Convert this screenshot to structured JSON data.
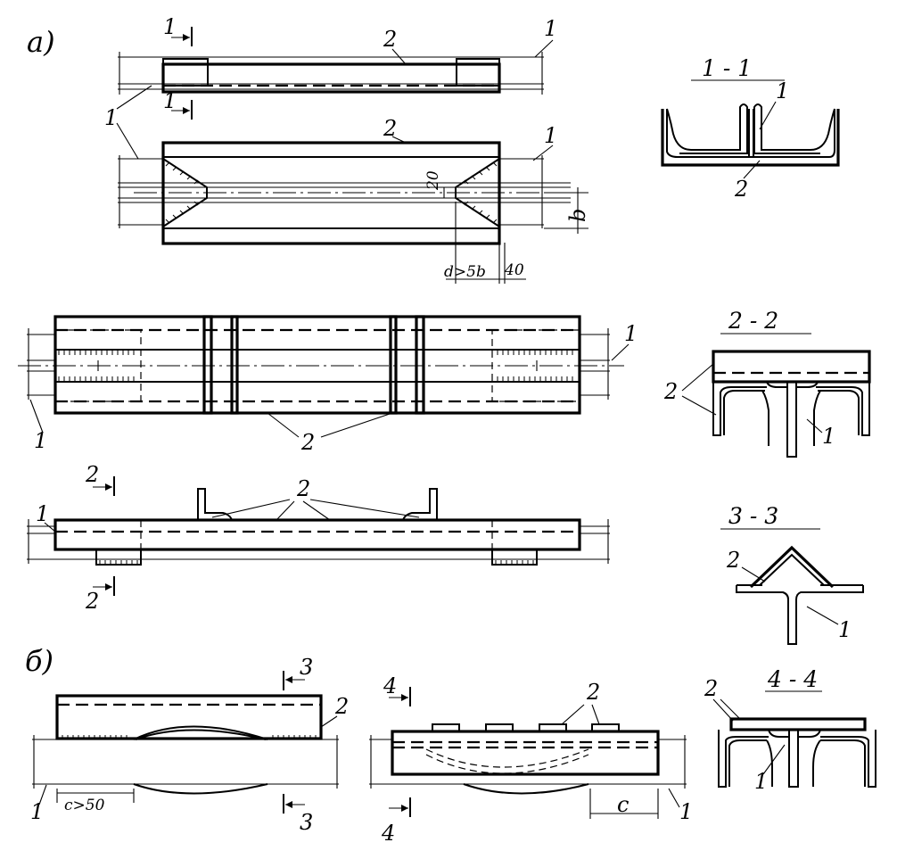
{
  "panels": {
    "a": "а)",
    "b": "б)"
  },
  "sections": {
    "s11": "1 - 1",
    "s22": "2 - 2",
    "s33": "3 - 3",
    "s44": "4 - 4"
  },
  "marks": {
    "one": "1",
    "two": "2",
    "three": "3",
    "four": "4"
  },
  "dims": {
    "twenty": "20",
    "b": "b",
    "d": "d>5b",
    "forty": "40",
    "c50": "c>50",
    "c": "c"
  }
}
